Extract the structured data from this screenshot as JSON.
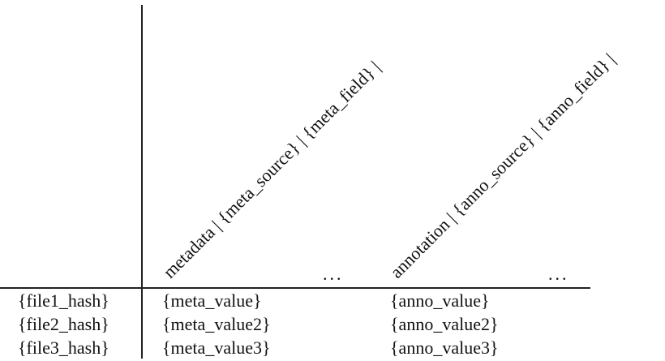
{
  "header": {
    "metadata_column": "metadata | {meta_source} | {meta_field} |",
    "annotation_column": "annotation | {anno_source} | {anno_field} |",
    "ellipsis_1": "...",
    "ellipsis_2": "..."
  },
  "rows": [
    {
      "hash": "{file1_hash}",
      "meta": "{meta_value}",
      "anno": "{anno_value}"
    },
    {
      "hash": "{file2_hash}",
      "meta": "{meta_value2}",
      "anno": "{anno_value2}"
    },
    {
      "hash": "{file3_hash}",
      "meta": "{meta_value3}",
      "anno": "{anno_value3}"
    }
  ]
}
